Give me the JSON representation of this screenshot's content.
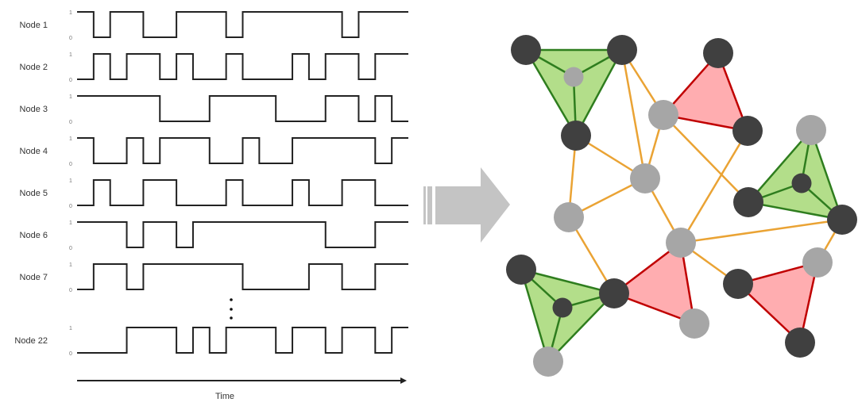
{
  "timeline": {
    "axis_label": "Time",
    "high_label": "1",
    "low_label": "0",
    "ellipsis": "⋮",
    "nodes": [
      {
        "label": "Node 1",
        "bits": [
          1,
          0,
          1,
          1,
          0,
          0,
          1,
          1,
          1,
          0,
          1,
          1,
          1,
          1,
          1,
          1,
          0,
          1,
          1,
          1
        ]
      },
      {
        "label": "Node 2",
        "bits": [
          0,
          1,
          0,
          1,
          1,
          0,
          1,
          0,
          0,
          1,
          0,
          0,
          0,
          1,
          0,
          1,
          1,
          0,
          1,
          1
        ]
      },
      {
        "label": "Node 3",
        "bits": [
          1,
          1,
          1,
          1,
          1,
          0,
          0,
          0,
          1,
          1,
          1,
          1,
          0,
          0,
          0,
          1,
          1,
          0,
          1,
          0
        ]
      },
      {
        "label": "Node 4",
        "bits": [
          1,
          0,
          0,
          1,
          0,
          1,
          1,
          1,
          0,
          0,
          1,
          0,
          0,
          1,
          1,
          1,
          1,
          1,
          0,
          1
        ]
      },
      {
        "label": "Node 5",
        "bits": [
          0,
          1,
          0,
          0,
          1,
          1,
          0,
          0,
          0,
          1,
          0,
          0,
          0,
          1,
          0,
          0,
          1,
          1,
          0,
          0
        ]
      },
      {
        "label": "Node 6",
        "bits": [
          1,
          1,
          1,
          0,
          1,
          1,
          0,
          1,
          1,
          1,
          1,
          1,
          1,
          1,
          1,
          0,
          0,
          0,
          1,
          1
        ]
      },
      {
        "label": "Node 7",
        "bits": [
          0,
          1,
          1,
          0,
          1,
          1,
          1,
          1,
          1,
          1,
          0,
          0,
          0,
          0,
          1,
          1,
          0,
          0,
          1,
          1
        ]
      },
      {
        "label": "Node 22",
        "bits": [
          0,
          0,
          0,
          1,
          1,
          1,
          0,
          1,
          0,
          1,
          1,
          1,
          0,
          1,
          1,
          0,
          1,
          1,
          0,
          1
        ]
      }
    ]
  },
  "colors": {
    "dark_node": "#404040",
    "gray_node": "#a6a6a6",
    "green_fill": "#b3de8a",
    "green_stroke": "#2e7d1e",
    "red_fill": "#ffadb0",
    "red_stroke": "#c00000",
    "edge": "#eaa334",
    "arrow": "#c4c4c4"
  },
  "graph": {
    "nodes": {
      "A": {
        "type": "dark",
        "size": "large"
      },
      "B": {
        "type": "dark",
        "size": "large"
      },
      "C": {
        "type": "gray",
        "size": "small"
      },
      "D": {
        "type": "dark",
        "size": "large"
      },
      "E": {
        "type": "dark",
        "size": "large"
      },
      "F": {
        "type": "gray",
        "size": "large"
      },
      "G": {
        "type": "dark",
        "size": "large"
      },
      "H": {
        "type": "gray",
        "size": "large"
      },
      "I": {
        "type": "gray",
        "size": "large"
      },
      "J": {
        "type": "dark",
        "size": "small"
      },
      "K": {
        "type": "dark",
        "size": "large"
      },
      "L": {
        "type": "dark",
        "size": "large"
      },
      "M": {
        "type": "gray",
        "size": "large"
      },
      "N": {
        "type": "gray",
        "size": "large"
      },
      "O": {
        "type": "dark",
        "size": "large"
      },
      "P": {
        "type": "dark",
        "size": "small"
      },
      "Q": {
        "type": "dark",
        "size": "large"
      },
      "R": {
        "type": "gray",
        "size": "large"
      },
      "S": {
        "type": "gray",
        "size": "large"
      },
      "T": {
        "type": "dark",
        "size": "large"
      },
      "U": {
        "type": "dark",
        "size": "large"
      },
      "V": {
        "type": "gray",
        "size": "large"
      }
    },
    "hyperedges": [
      {
        "kind": "green",
        "members": [
          "A",
          "B",
          "D"
        ],
        "center": "C"
      },
      {
        "kind": "red",
        "members": [
          "E",
          "F",
          "G"
        ]
      },
      {
        "kind": "green",
        "members": [
          "I",
          "K",
          "L"
        ],
        "center": "J"
      },
      {
        "kind": "green",
        "members": [
          "O",
          "Q",
          "V"
        ],
        "center": "P"
      },
      {
        "kind": "red",
        "members": [
          "Q",
          "N",
          "R"
        ]
      },
      {
        "kind": "red",
        "members": [
          "T",
          "S",
          "U"
        ]
      }
    ],
    "edges": [
      [
        "B",
        "F"
      ],
      [
        "B",
        "H"
      ],
      [
        "D",
        "M"
      ],
      [
        "D",
        "H"
      ],
      [
        "F",
        "H"
      ],
      [
        "F",
        "K"
      ],
      [
        "G",
        "N"
      ],
      [
        "H",
        "M"
      ],
      [
        "H",
        "N"
      ],
      [
        "M",
        "Q"
      ],
      [
        "N",
        "L"
      ],
      [
        "N",
        "T"
      ],
      [
        "L",
        "S"
      ]
    ]
  }
}
